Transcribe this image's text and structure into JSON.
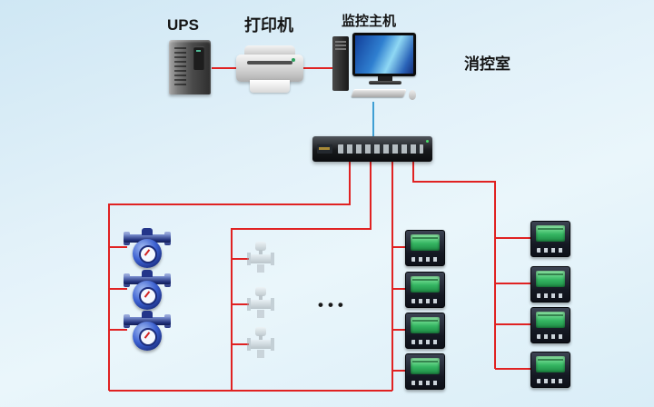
{
  "labels": {
    "ups": "UPS",
    "printer": "打印机",
    "host": "监控主机",
    "room": "消控室",
    "ellipsis": "•••"
  },
  "colors": {
    "wire_red": "#e02222",
    "wire_blue": "#3f9fd4",
    "background_blue": "#d9edf7",
    "meter_screen_green": "#35b662",
    "water_meter_blue": "#3a5fd0"
  },
  "groups": {
    "water_meters": {
      "count": 3
    },
    "valve_instruments": {
      "count": 3
    },
    "power_meters_inner_column": {
      "count": 4
    },
    "power_meters_right_column": {
      "count": 4
    }
  }
}
